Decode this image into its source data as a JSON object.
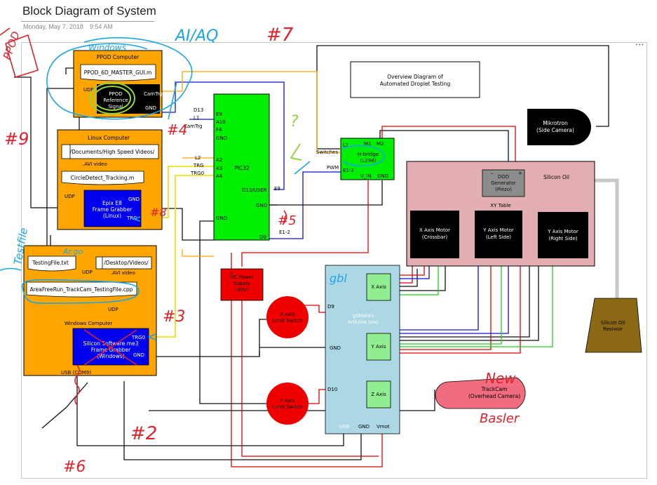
{
  "page": {
    "title": "Block Diagram of System",
    "date": "Monday, May 7, 2018",
    "time": "9:54 AM",
    "frame_handle": "•••"
  },
  "blocks": {
    "ppod_computer": {
      "title": "PPOD Computer",
      "gui": "PPOD_6D_MASTER_GUI.m",
      "udp": "UDP",
      "ref_line1": "PPOD",
      "ref_line2": "Reference",
      "ref_line3": "Signal",
      "camtrg": "CamTrg",
      "gnd": "GND"
    },
    "linux_computer": {
      "title": "Linux Computer",
      "folder": "/Documents/High Speed Videos/",
      "avi": ".AVI video",
      "tracking": "CircleDetect_Tracking.m",
      "udp": "UDP",
      "epix_line1": "Epix E8",
      "epix_line2": "Frame Grabber",
      "epix_line3": "(Linux)",
      "gnd": "GND",
      "trg": "TRG"
    },
    "windows_computer": {
      "title": "Windows Computer",
      "testing_file": "TestingFile.txt",
      "udp1": "UDP",
      "folder": "/Desktop/Videos/",
      "avi": ".AVI video",
      "cpp": "AreaFreeRun_TrackCam_TestingFile.cpp",
      "udp2": "UDP",
      "ss_line1": "Silicon Software me3",
      "ss_line2": "Frame Grabber",
      "ss_line3": "(Windows)",
      "trg0": "TRG0",
      "gnd": "GND",
      "usb": "USB (COM9)"
    },
    "pic32": {
      "name": "PIC32",
      "e9": "E9",
      "a10": "A10",
      "f4": "F4",
      "gnd1": "GND",
      "a2": "A2",
      "a3": "A3",
      "a4": "A4",
      "d13user": "D13/USER",
      "gnd2": "GND",
      "gnd3": "GND",
      "d0": "D0"
    },
    "wire_labels": {
      "d13": "D13",
      "l1": "L1",
      "camtrg": "CamTrg",
      "l2": "L2",
      "trg": "TRG",
      "trg0": "TRG0",
      "e9": "E9",
      "e12": "E1-2",
      "switches": "Switches",
      "pwm": "PWM"
    },
    "hbridge": {
      "l1": "L1",
      "m1": "M1",
      "m2": "M2",
      "line1": "H-bridge",
      "line2": "(L298)",
      "e12": "E1-2",
      "vin": "V_IN",
      "gnd": "GND"
    },
    "overview": {
      "line1": "Overview Diagram of",
      "line2": "Automated Droplet Testing"
    },
    "mikrotron": {
      "line1": "Mikrotron",
      "line2": "(Side Camera)"
    },
    "silicon_oil": {
      "label": "Silicon Oil",
      "dod_line1": "DOD",
      "dod_line2": "Generator",
      "dod_line3": "(Piezo)",
      "plus": "+",
      "minus": "–",
      "xy_table": "XY Table",
      "x_motor1": "X Axis Motor",
      "x_motor2": "(Crossbar)",
      "yl_motor1": "Y Axis Motor",
      "yl_motor2": "(Left Side)",
      "yr_motor1": "Y Axis Motor",
      "yr_motor2": "(Right Side)"
    },
    "dc_supply": {
      "line1": "DC Power",
      "line2": "Supply",
      "line3": "(30V)",
      "plus": "+",
      "minus": "–"
    },
    "x_limit": {
      "line1": "X Axis",
      "line2": "Limit Switch"
    },
    "y_limit": {
      "line1": "Y Axis",
      "line2": "Limit Switch"
    },
    "gshield": {
      "line1": "gShield+",
      "line2": "Arduino Uno",
      "x_axis": "X Axis",
      "y_axis": "Y Axis",
      "z_axis": "Z Axis",
      "d9": "D9",
      "gnd": "GND",
      "d10": "D10",
      "usb": "USB",
      "gnd_b": "GND",
      "vmot": "Vmot"
    },
    "trackcam": {
      "line1": "TrackCam",
      "line2": "(Overhead Camera)"
    },
    "reservoir": {
      "line1": "Silicon Oil",
      "line2": "Resivoir"
    }
  },
  "annotations": {
    "ppod": "PPOD",
    "windows": "Windows",
    "ai_aq": "AI/AQ",
    "n7": "#7",
    "n9": "#9",
    "n4": "#4",
    "n8": "#8",
    "n5": "#5",
    "n3": "#3",
    "n2": "#2",
    "n6": "#6",
    "testfile": "Testfile",
    "q": "?",
    "new": "New",
    "basler": "Basler",
    "gbl": "gbl",
    "argo": "Ar.go"
  },
  "colors": {
    "orange": "#ffa500",
    "green": "#00ee00",
    "blue_block": "#0000ee",
    "pink": "#e2aeb2",
    "light_blue": "#acd8e6",
    "red": "#ee0000",
    "brown": "#8b6914",
    "cam_pink": "#f06c7e",
    "ink_red": "#e0202a",
    "ink_blue": "#1aa6e6",
    "ink_green": "#8fd640"
  }
}
